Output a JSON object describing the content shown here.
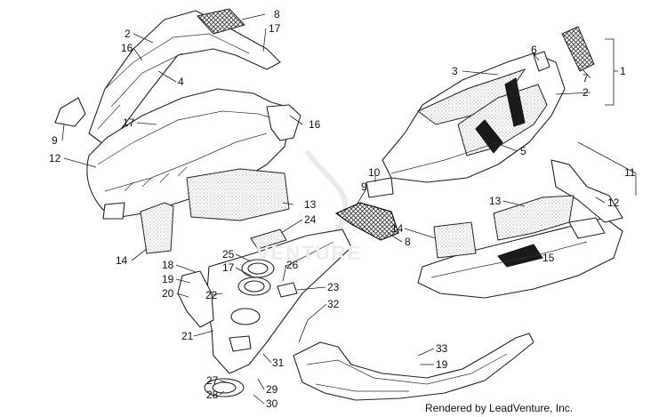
{
  "watermark": "VENTURE",
  "credit": "Rendered by LeadVenture, Inc.",
  "callouts": {
    "c8a": "8",
    "c17a": "17",
    "c2a": "2",
    "c16a": "16",
    "c4": "4",
    "c17b": "17",
    "c16b": "16",
    "c9a": "9",
    "c12a": "12",
    "c13a": "13",
    "c24": "24",
    "c14a": "14",
    "c6": "6",
    "c3": "3",
    "c7": "7",
    "c2b": "2",
    "c1": "1",
    "c5": "5",
    "c10": "10",
    "c9b": "9",
    "c8b": "8",
    "c11": "11",
    "c13b": "13",
    "c12b": "12",
    "c14b": "14",
    "c15": "15",
    "c25": "25",
    "c17c": "17",
    "c26": "26",
    "c18": "18",
    "c19a": "19",
    "c20": "20",
    "c22": "22",
    "c23": "23",
    "c32": "32",
    "c21": "21",
    "c33": "33",
    "c19b": "19",
    "c31": "31",
    "c27": "27",
    "c28": "28",
    "c29": "29",
    "c30": "30"
  }
}
